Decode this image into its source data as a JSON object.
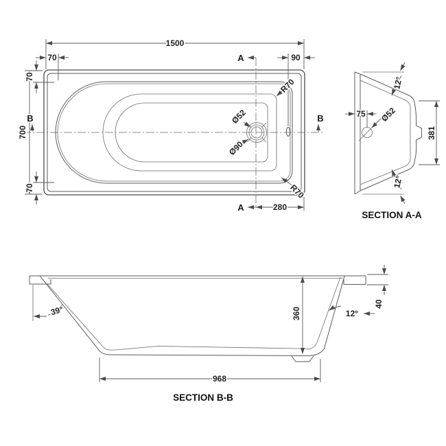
{
  "drawing": {
    "type": "bathtub technical drawing",
    "colors": {
      "background": "#ffffff",
      "lines": "#5a5a5a",
      "text": "#1f1f1f"
    }
  },
  "plan": {
    "length": "1500",
    "rim_left": "70",
    "rim_top": "70",
    "rim_bottom": "70",
    "width": "700",
    "overflow_offset": "90",
    "drain_offset": "280",
    "drain_dia": "Ø52",
    "waste_dia": "Ø90",
    "corner_radius": "R70",
    "section_a": "A",
    "section_b": "B"
  },
  "section_aa": {
    "title": "SECTION A-A",
    "angle_top": "12°",
    "angle_bottom": "12°",
    "drain_offset": "75",
    "drain_dia": "Ø52",
    "base_width": "381"
  },
  "section_bb": {
    "title": "SECTION B-B",
    "head_angle": "39°",
    "depth": "360",
    "foot_angle": "12°",
    "rim_height": "40",
    "base_length": "968"
  }
}
